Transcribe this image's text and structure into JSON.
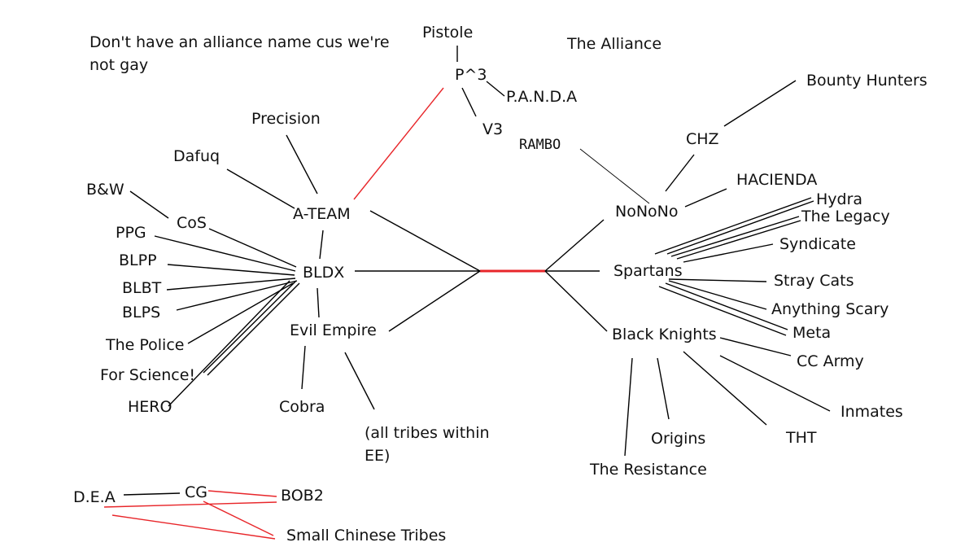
{
  "colors": {
    "wire": "#000000",
    "war": "#e8262a",
    "text": "#111111"
  },
  "labels": {
    "note": "Don't have an alliance name cus we're not gay",
    "the_alliance": "The Alliance",
    "pistole": "Pistole",
    "p3": "P^3",
    "panda": "P.A.N.D.A",
    "v3": "V3",
    "rambo": "RAMBO",
    "bounty_hunters": "Bounty Hunters",
    "chz": "CHZ",
    "hacienda": "HACIENDA",
    "nonono": "NoNoNo",
    "hydra": "Hydra",
    "the_legacy": "The Legacy",
    "syndicate": "Syndicate",
    "spartans": "Spartans",
    "stray_cats": "Stray Cats",
    "anything_scary": "Anything Scary",
    "meta": "Meta",
    "black_knights": "Black Knights",
    "cc_army": "CC Army",
    "inmates": "Inmates",
    "tht": "THT",
    "origins": "Origins",
    "the_resistance": "The Resistance",
    "precision": "Precision",
    "dafuq": "Dafuq",
    "a_team": "A-TEAM",
    "bw": "B&W",
    "cos": "CoS",
    "ppg": "PPG",
    "blpp": "BLPP",
    "bldx": "BLDX",
    "blbt": "BLBT",
    "blps": "BLPS",
    "the_police": "The Police",
    "for_science": "For Science!",
    "hero": "HERO",
    "evil_empire": "Evil Empire",
    "cobra": "Cobra",
    "all_tribes": "(all tribes within EE)",
    "dea": "D.E.A",
    "cg": "CG",
    "bob2": "BOB2",
    "small_chinese_tribes": "Small Chinese Tribes"
  }
}
